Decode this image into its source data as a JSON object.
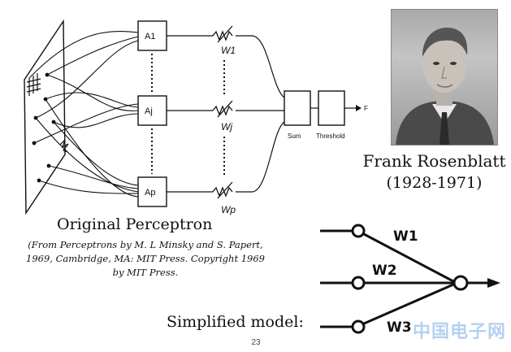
{
  "diagram": {
    "units": [
      "A1",
      "Aj",
      "Ap"
    ],
    "unit_subscripts": [
      "1",
      "j",
      "p"
    ],
    "weights": [
      "W1",
      "Wj",
      "Wp"
    ],
    "weight_subscripts": [
      "1",
      "j",
      "p"
    ],
    "sum_label": "Sum",
    "threshold_label": "Threshold",
    "output_label": "F"
  },
  "photo": {
    "name": "Frank Rosenblatt",
    "years": "(1928-1971)"
  },
  "titles": {
    "original": "Original Perceptron",
    "citation_line1": "(From Perceptrons by M. L Minsky and S. Papert,",
    "citation_line2": "1969, Cambridge, MA: MIT Press. Copyright 1969",
    "citation_line3": "by MIT Press.",
    "simplified": "Simplified model:"
  },
  "simplified_model": {
    "weights": [
      "W1",
      "W2",
      "W3"
    ]
  },
  "page_number": "23",
  "watermark": "中国电子网"
}
